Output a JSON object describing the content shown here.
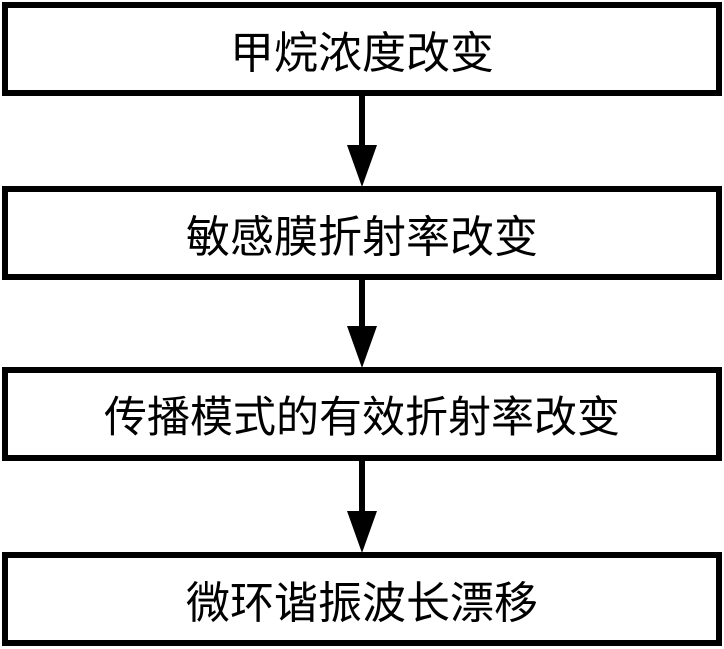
{
  "steps": [
    {
      "label": "甲烷浓度改变"
    },
    {
      "label": "敏感膜折射率改变"
    },
    {
      "label": "传播模式的有效折射率改变"
    },
    {
      "label": "微环谐振波长漂移"
    }
  ]
}
